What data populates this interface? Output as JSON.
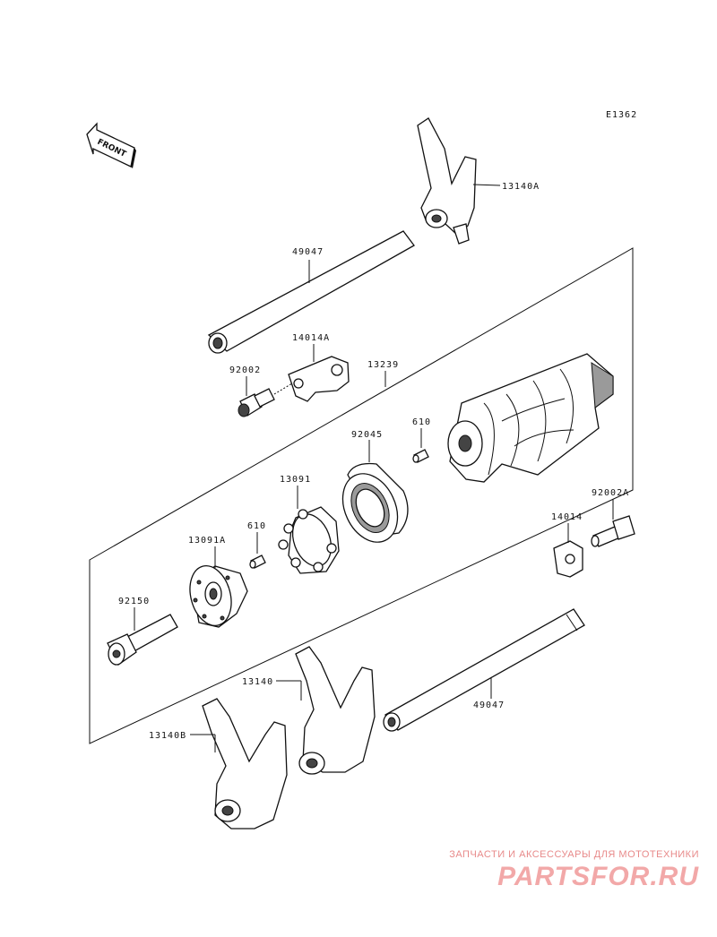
{
  "diagram": {
    "ref_code": "E1362",
    "front_label": "FRONT",
    "parts": {
      "fork_a": "13140A",
      "shaft_upper": "49047",
      "plate_a": "14014A",
      "bolt_upper": "92002",
      "drum": "13239",
      "bearing": "92045",
      "pin_right": "610",
      "pin_holder": "13091",
      "pin_left": "610",
      "holder_a": "13091A",
      "plate_b": "14014",
      "bolt_right": "92002A",
      "bolt_long": "92150",
      "fork": "13140",
      "shaft_lower": "49047",
      "fork_b": "13140B"
    }
  },
  "watermark": {
    "tagline": "ЗАПЧАСТИ И АКСЕССУАРЫ ДЛЯ МОТОТЕХНИКИ",
    "logo": "PARTSFOR.RU"
  }
}
